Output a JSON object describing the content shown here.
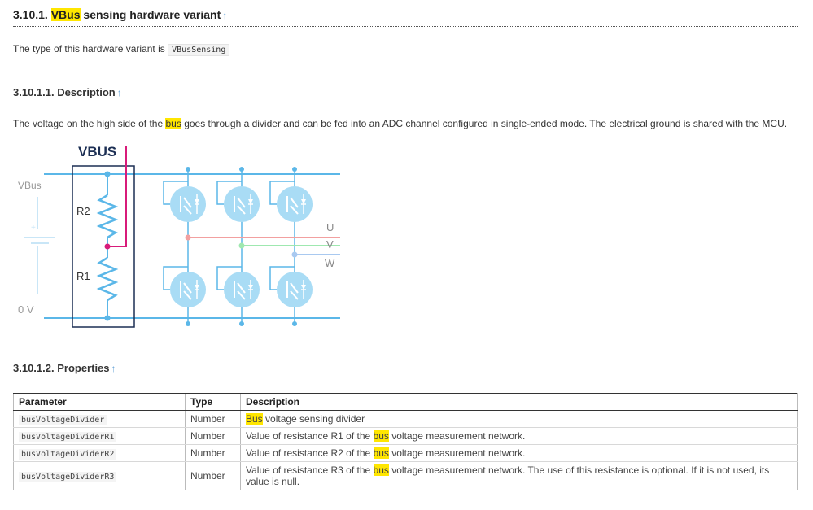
{
  "section": {
    "number": "3.10.1.",
    "title_hl": "VBus",
    "title_hl_v": "V",
    "title_rest": " sensing hardware variant",
    "arrow": "↑"
  },
  "intro": {
    "text": "The type of this hardware variant is",
    "code": "VBusSensing"
  },
  "description": {
    "heading": "3.10.1.1. Description",
    "text_before": "The voltage on the high side of the",
    "highlight": "bus",
    "text_after": "goes through a divider and can be fed into an ADC channel configured in single-ended mode. The electrical ground is shared with the MCU."
  },
  "diagram": {
    "vbus_label": "VBUS",
    "vbus_left": "VBus",
    "zero_v": "0 V",
    "r2": "R2",
    "r1": "R1",
    "u": "U",
    "v": "V",
    "w": "W",
    "colors": {
      "rail": "#5bb7e8",
      "device": "#a9dcf5",
      "box": "#1c2f54",
      "tap": "#d81b7a",
      "u_line": "#f2a0a0",
      "v_line": "#9fe8b0",
      "w_line": "#a9c9f0"
    }
  },
  "properties": {
    "heading": "3.10.1.2. Properties",
    "columns": [
      "Parameter",
      "Type",
      "Description"
    ],
    "rows": [
      {
        "param": "busVoltageDivider",
        "type": "Number",
        "pre": "",
        "hl": "Bus",
        "post": "voltage sensing divider"
      },
      {
        "param": "busVoltageDividerR1",
        "type": "Number",
        "pre": "Value of resistance R1 of the",
        "hl": "bus",
        "post": "voltage measurement network."
      },
      {
        "param": "busVoltageDividerR2",
        "type": "Number",
        "pre": "Value of resistance R2 of the",
        "hl": "bus",
        "post": "voltage measurement network."
      },
      {
        "param": "busVoltageDividerR3",
        "type": "Number",
        "pre": "Value of resistance R3 of the",
        "hl": "bus",
        "post": "voltage measurement network. The use of this resistance is optional. If it is not used, its value is null."
      }
    ]
  }
}
